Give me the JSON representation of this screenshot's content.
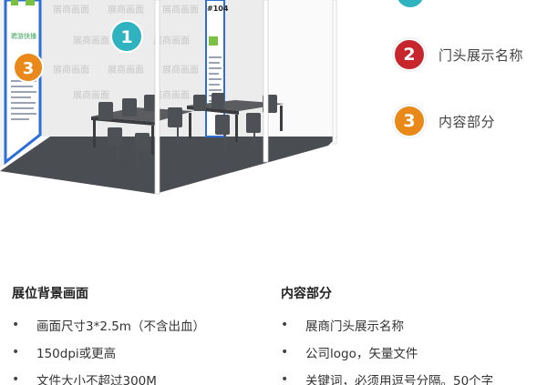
{
  "booth": {
    "booth_number": "#104",
    "wall_watermark": "展商画面",
    "company_badge": "聘游快播",
    "markers": [
      {
        "num": "1",
        "color": "#2fb3c0"
      },
      {
        "num": "3",
        "color": "#e8891a"
      }
    ]
  },
  "legend": [
    {
      "num": "2",
      "label": "门头展示名称",
      "color": "#c7272c"
    },
    {
      "num": "3",
      "label": "内容部分",
      "color": "#e8891a"
    }
  ],
  "legend_partial_color": "#2fb3c0",
  "specs": [
    {
      "title": "展位背景画面",
      "items": [
        "画面尺寸3*2.5m（不含出血）",
        "150dpi或更高",
        "文件大小不超过300M"
      ]
    },
    {
      "title": "内容部分",
      "items": [
        "展商门头展示名称",
        "公司logo，矢量文件",
        "关键词，必须用逗号分隔。50个字"
      ]
    }
  ],
  "bullet_char": "•"
}
